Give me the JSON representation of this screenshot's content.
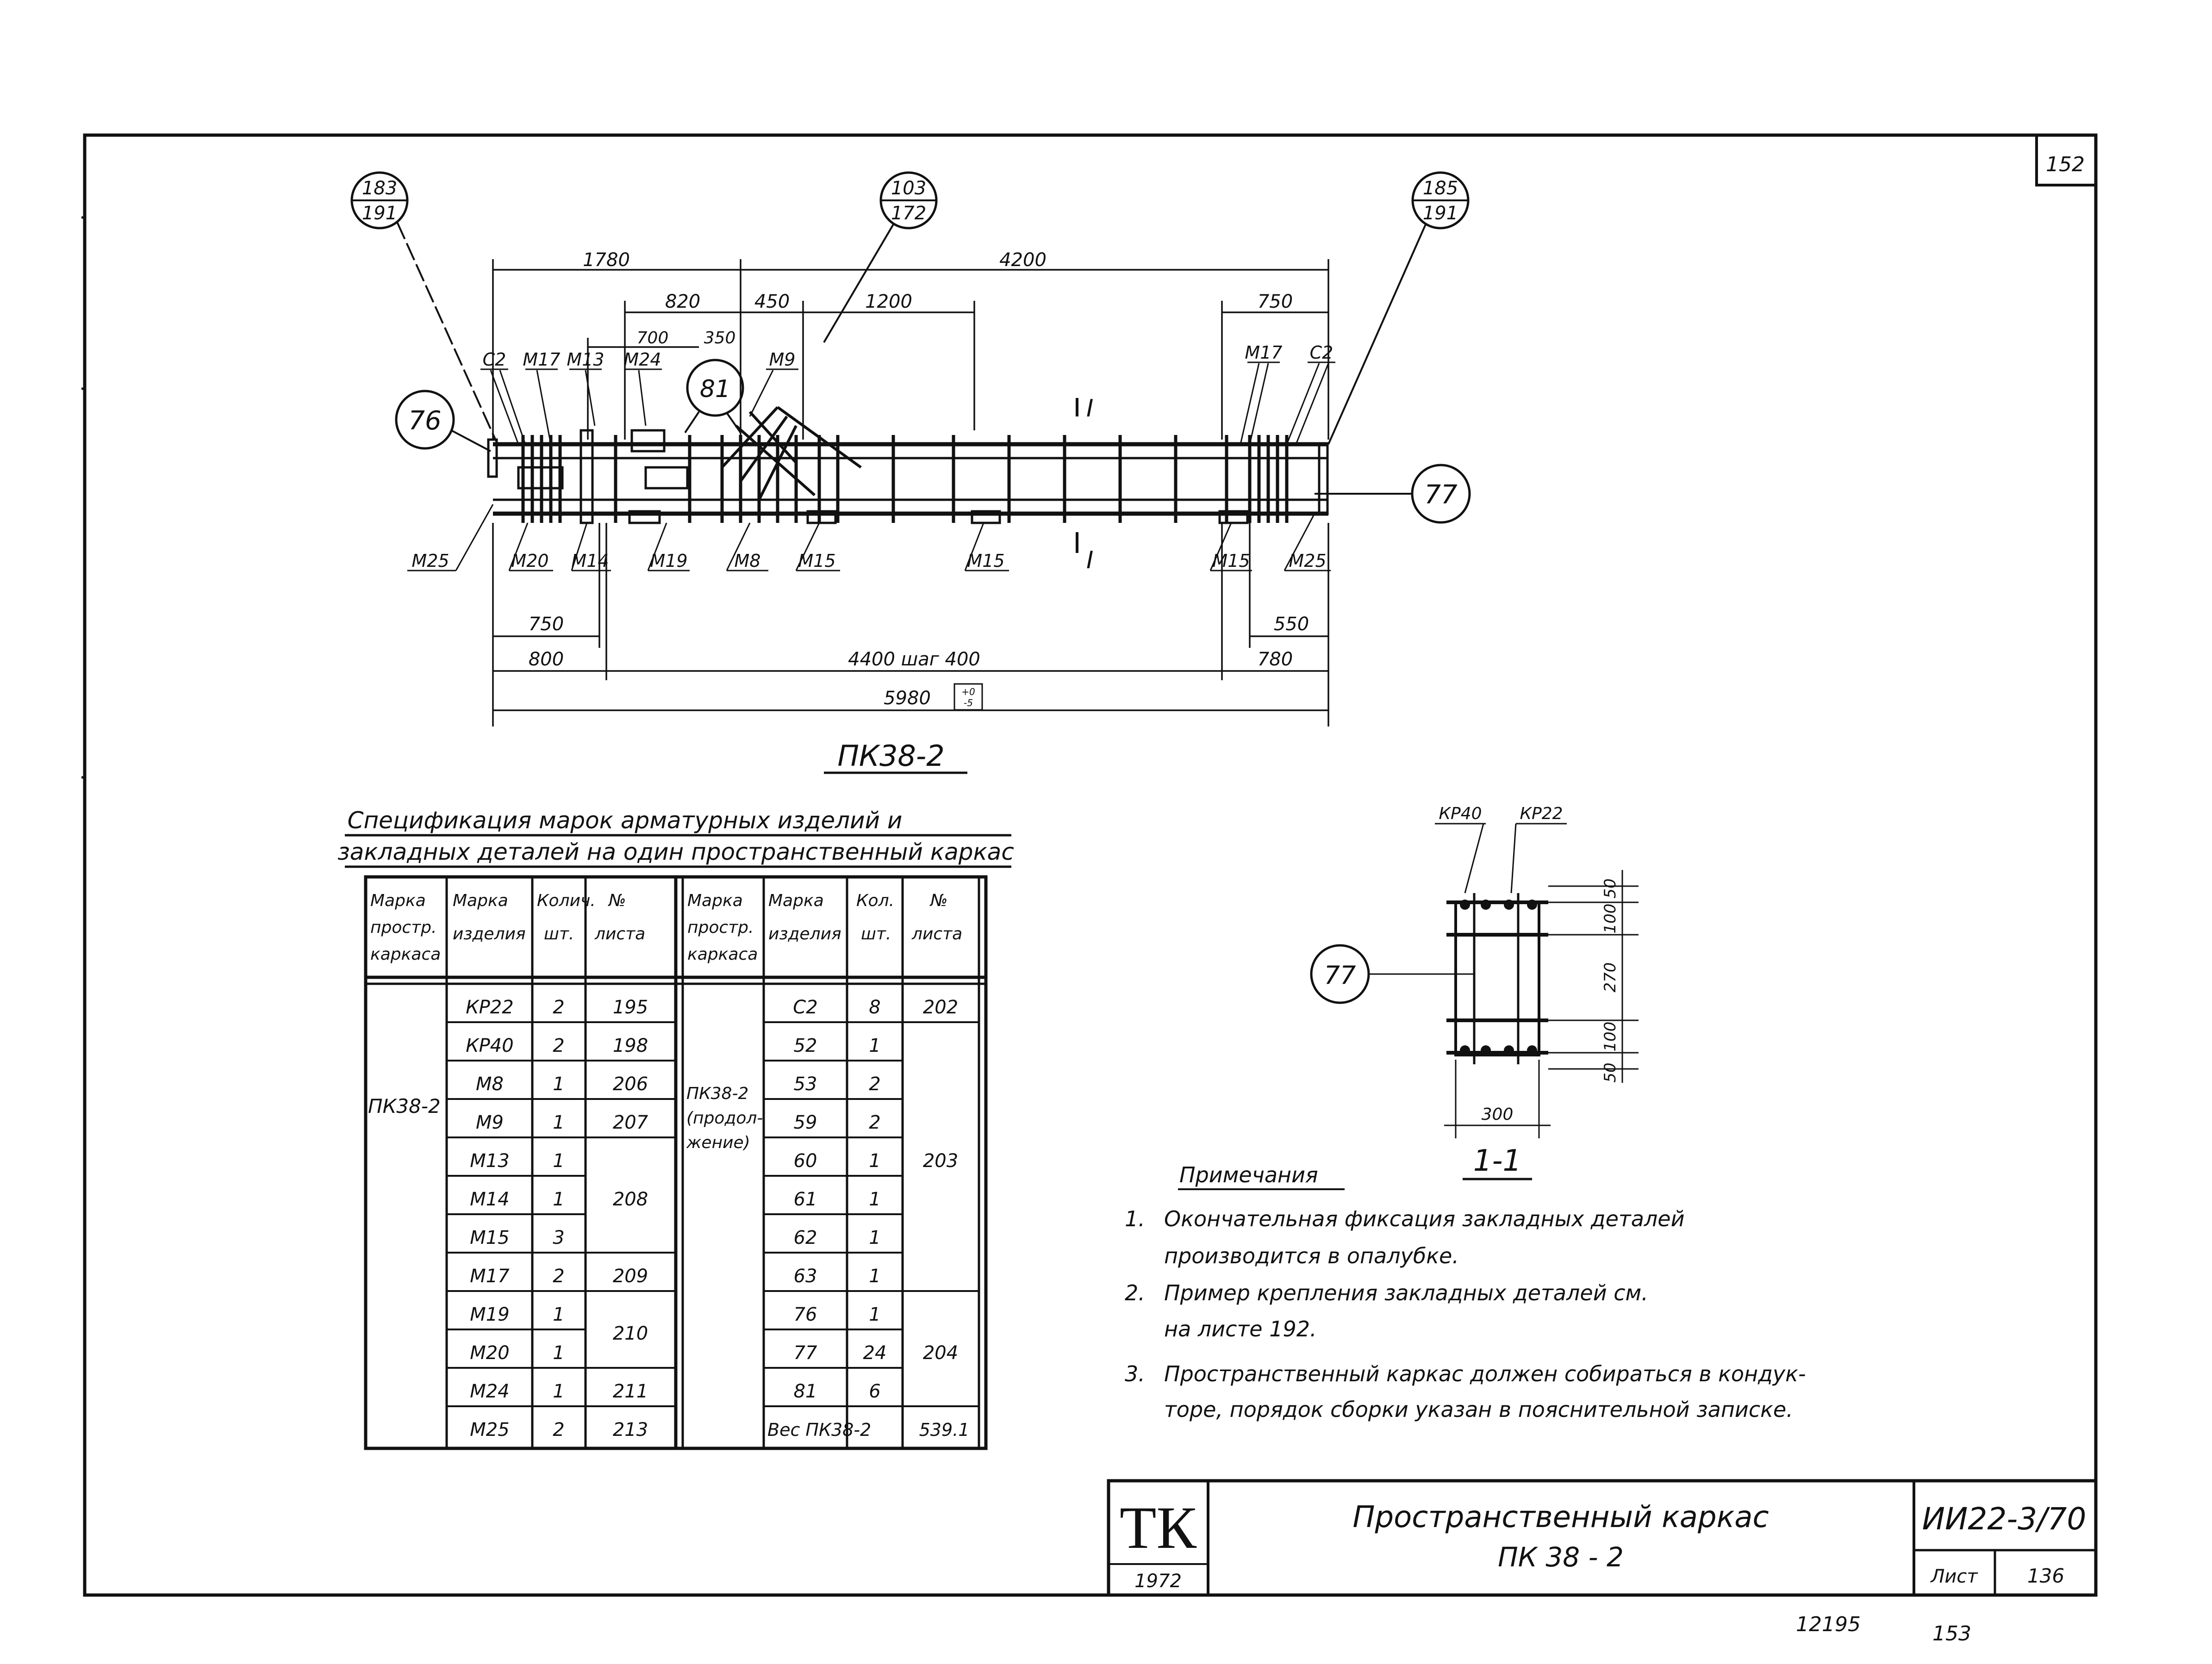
{
  "sheet_corner_number": "152",
  "drawing": {
    "callouts": [
      {
        "top": "183",
        "bottom": "191"
      },
      {
        "top": "103",
        "bottom": "172"
      },
      {
        "top": "185",
        "bottom": "191"
      }
    ],
    "position_marks": {
      "left_end": "76",
      "right_end": "77",
      "middle": "81"
    },
    "dimensions_top": {
      "d1780": "1780",
      "d4200": "4200",
      "d820": "820",
      "d450": "450",
      "d1200": "1200",
      "d750": "750",
      "d700": "700",
      "d350": "350"
    },
    "labels_top": {
      "c2_left": "С2",
      "m17_left": "М17",
      "m13": "М13",
      "m24": "М24",
      "m9": "М9",
      "m17_right": "М17",
      "c2_right": "С2"
    },
    "labels_bottom": {
      "m25_left": "М25",
      "m20": "М20",
      "m14": "М14",
      "m19": "М19",
      "m8": "М8",
      "m15_a": "М15",
      "m15_b": "М15",
      "m15_c": "М15",
      "m25_right": "М25"
    },
    "section_mark": "I",
    "dimensions_bottom": {
      "d750": "750",
      "d800": "800",
      "d4400": "4400 шаг 400",
      "d550": "550",
      "d780": "780",
      "d5980": "5980",
      "tol_plus": "+0",
      "tol_minus": "-5"
    },
    "title": "ПК38-2"
  },
  "spec": {
    "title_line1": "Спецификация марок арматурных изделий и",
    "title_line2": "закладных деталей на один пространственный каркас",
    "headers": {
      "h1": [
        "Марка",
        "простр.",
        "каркаса"
      ],
      "h2": [
        "Марка",
        "изделия"
      ],
      "h3": [
        "Колич.",
        "шт."
      ],
      "h4": [
        "№",
        "листа"
      ],
      "h5": [
        "Марка",
        "простр.",
        "каркаса"
      ],
      "h6": [
        "Марка",
        "изделия"
      ],
      "h7": [
        "Кол.",
        "шт."
      ],
      "h8": [
        "№",
        "листа"
      ]
    },
    "left_frame": "ПК38-2",
    "right_frame": [
      "ПК38-2",
      "(продол-",
      "жение)"
    ],
    "left_items": [
      {
        "mark": "КР22",
        "qty": "2"
      },
      {
        "mark": "КР40",
        "qty": "2"
      },
      {
        "mark": "М8",
        "qty": "1"
      },
      {
        "mark": "М9",
        "qty": "1"
      },
      {
        "mark": "М13",
        "qty": "1"
      },
      {
        "mark": "М14",
        "qty": "1"
      },
      {
        "mark": "М15",
        "qty": "3"
      },
      {
        "mark": "М17",
        "qty": "2"
      },
      {
        "mark": "М19",
        "qty": "1"
      },
      {
        "mark": "М20",
        "qty": "1"
      },
      {
        "mark": "М24",
        "qty": "1"
      },
      {
        "mark": "М25",
        "qty": "2"
      }
    ],
    "left_sheets": [
      "195",
      "198",
      "206",
      "207",
      "208",
      "209",
      "210",
      "211",
      "213"
    ],
    "right_items": [
      {
        "mark": "С2",
        "qty": "8"
      },
      {
        "mark": "52",
        "qty": "1"
      },
      {
        "mark": "53",
        "qty": "2"
      },
      {
        "mark": "59",
        "qty": "2"
      },
      {
        "mark": "60",
        "qty": "1"
      },
      {
        "mark": "61",
        "qty": "1"
      },
      {
        "mark": "62",
        "qty": "1"
      },
      {
        "mark": "63",
        "qty": "1"
      },
      {
        "mark": "76",
        "qty": "1"
      },
      {
        "mark": "77",
        "qty": "24"
      },
      {
        "mark": "81",
        "qty": "6"
      }
    ],
    "right_sheets": [
      "202",
      "203",
      "204"
    ],
    "weight_label": "Вес ПК38-2",
    "weight_value": "539.1"
  },
  "section": {
    "label_kr40": "КР40",
    "label_kr22": "КР22",
    "position": "77",
    "dims": [
      "50",
      "100",
      "270",
      "100",
      "50"
    ],
    "width": "300",
    "title": "1-1"
  },
  "notes": {
    "heading": "Примечания",
    "items": [
      {
        "num": "1.",
        "lines": [
          "Окончательная фиксация закладных деталей",
          "производится в опалубке."
        ]
      },
      {
        "num": "2.",
        "lines": [
          "Пример крепления закладных деталей см.",
          "на листе 192."
        ]
      },
      {
        "num": "3.",
        "lines": [
          "Пространственный каркас должен собираться в кондук-",
          "торе, порядок сборки указан в пояснительной записке."
        ]
      }
    ]
  },
  "titleblock": {
    "logo": "ТК",
    "year": "1972",
    "title_line1": "Пространственный каркас",
    "title_line2": "ПК 38 - 2",
    "code": "ИИ22-3/70",
    "sheet_label": "Лист",
    "sheet_value": "136"
  },
  "footer": {
    "left": "12195",
    "right": "153"
  }
}
